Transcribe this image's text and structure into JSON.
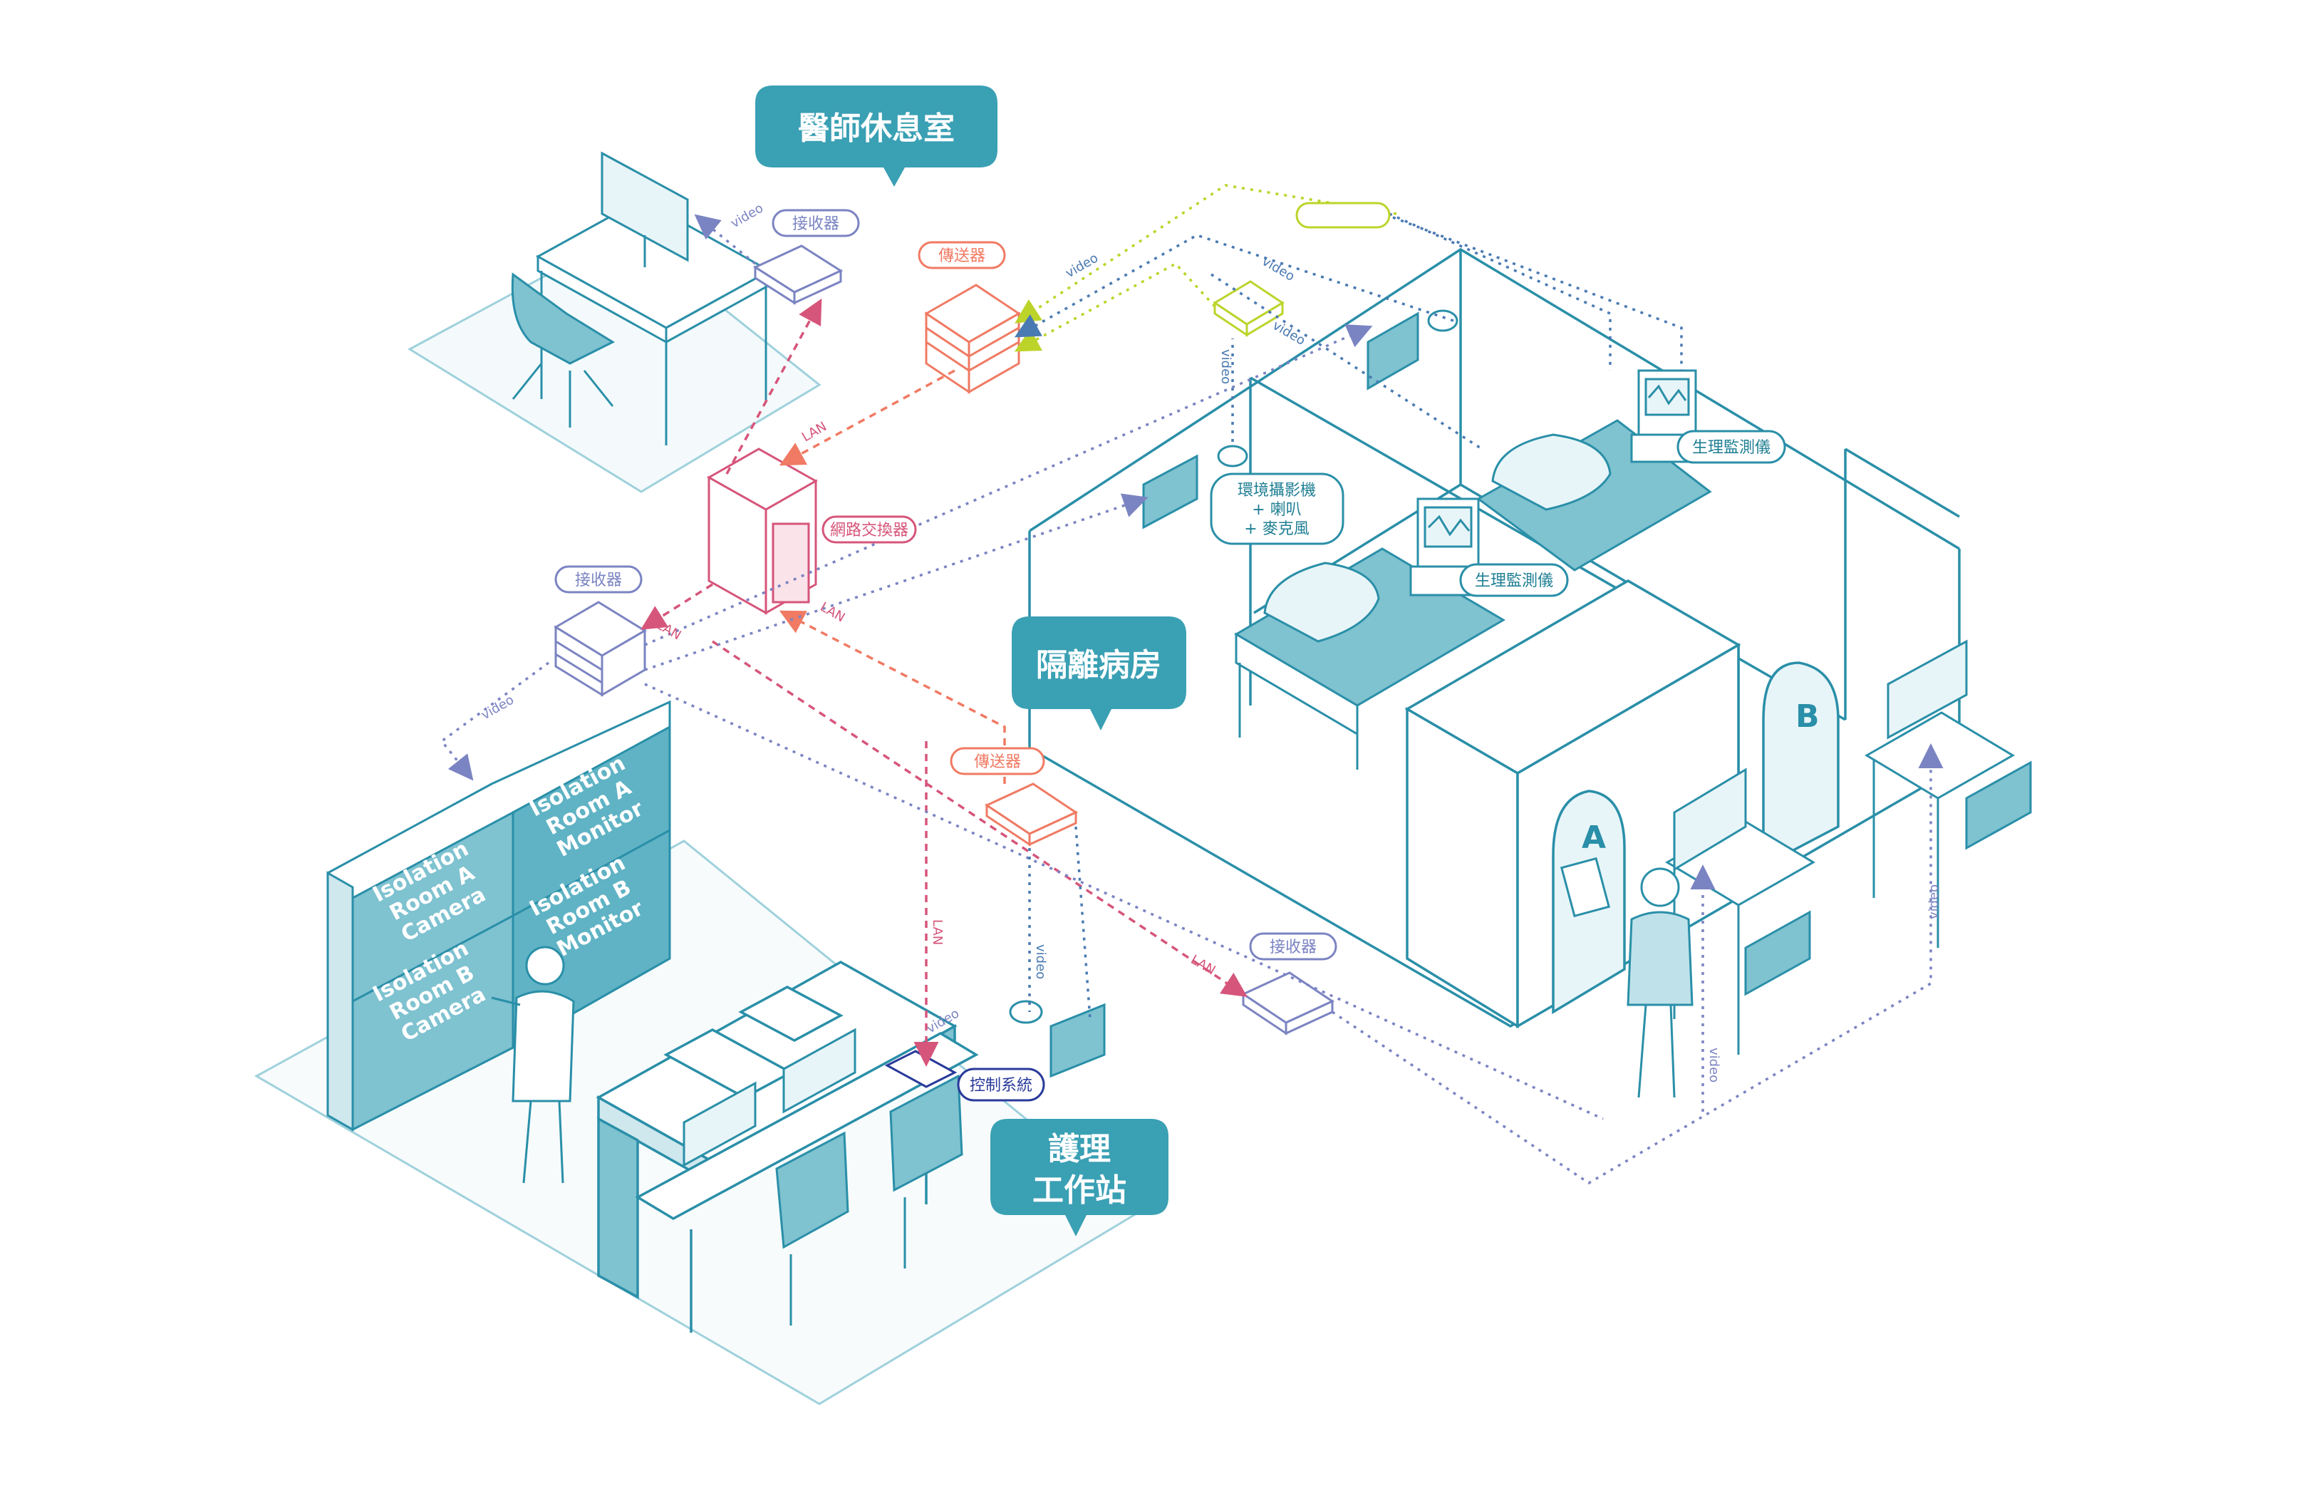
{
  "colors": {
    "teal": "#2a8fa8",
    "teal_dark": "#1f7f93",
    "teal_fill": "#e8f5f8",
    "teal_mid": "#7fc2d0",
    "callout": "#3aa0b4",
    "orange": "#f07a63",
    "pink": "#d6557a",
    "purple": "#7b84c2",
    "navy": "#2a3a9a",
    "green": "#bcd42a",
    "blue_dot": "#4a7ab2"
  },
  "areas": {
    "doctor_lounge": "醫師休息室",
    "isolation_ward": "隔離病房",
    "nursing_station_line1": "護理",
    "nursing_station_line2": "工作站"
  },
  "devices": {
    "receiver_lounge": "接收器",
    "transmitter_top": "傳送器",
    "network_switch": "網路交換器",
    "receiver_left": "接收器",
    "transmitter_mid": "傳送器",
    "receiver_right": "接收器",
    "control_system": "控制系統",
    "env_camera_line1": "環境攝影機",
    "env_camera_line2": "+ 喇叭",
    "env_camera_line3": "+ 麥克風",
    "monitor_1": "生理監測儀",
    "monitor_2": "生理監測儀"
  },
  "line_labels": {
    "video": "video",
    "lan": "LAN"
  },
  "video_wall": {
    "tiles": [
      "Isolation Room A Camera",
      "Isolation Room A Monitor",
      "Isolation Room B Camera",
      "Isolation Room B Monitor"
    ]
  },
  "doors": {
    "room_a": "A",
    "room_b": "B"
  },
  "icons": [
    "desk-icon",
    "monitor-icon",
    "chair-icon",
    "bed-icon",
    "camera-icon",
    "speaker-icon",
    "nurse-icon",
    "patient-monitor-icon",
    "tablet-icon"
  ]
}
